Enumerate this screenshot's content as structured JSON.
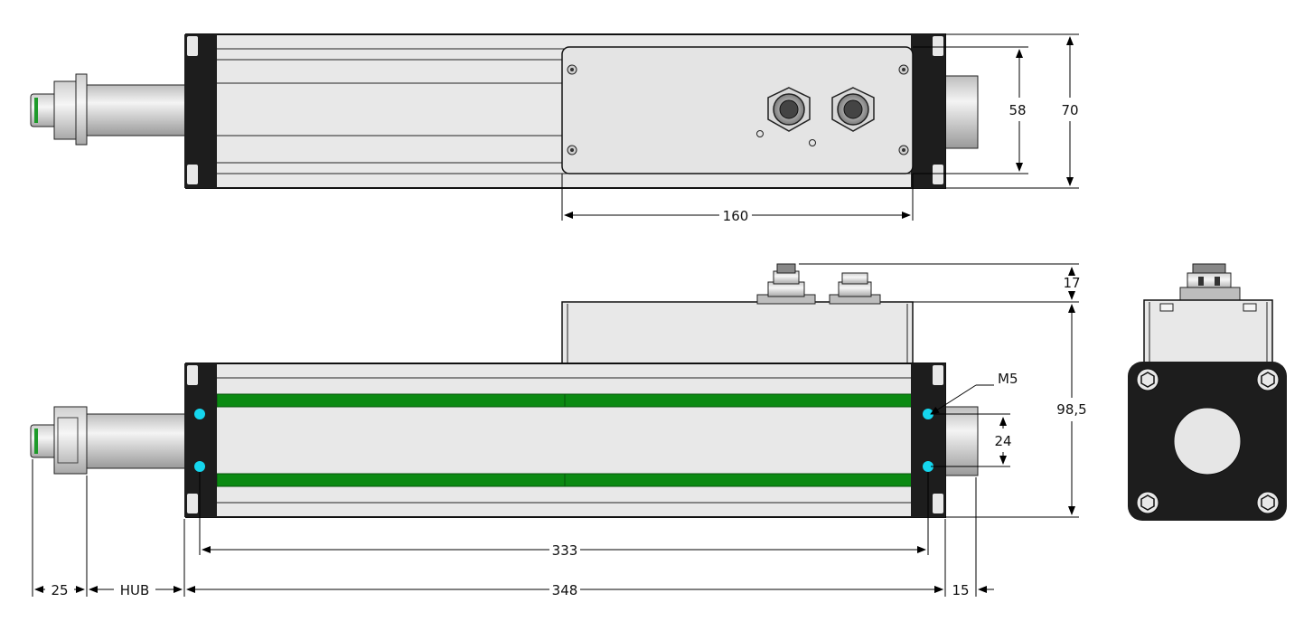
{
  "drawing": {
    "dimensions": {
      "plate_height": "58",
      "total_height_top": "70",
      "plate_length": "160",
      "connector_height": "17",
      "total_height_side": "98,5",
      "thread_label": "M5",
      "hole_spacing": "24",
      "hole_pitch_length": "333",
      "rod_end": "25",
      "stroke": "HUB",
      "body_length": "348",
      "rear_extension": "15"
    },
    "colors": {
      "body": "#e8e8e8",
      "end_cap": "#1d1d1d",
      "t_slot": "#0b8a12",
      "mounting_hole": "#15d6ee",
      "outline": "#111111"
    }
  }
}
